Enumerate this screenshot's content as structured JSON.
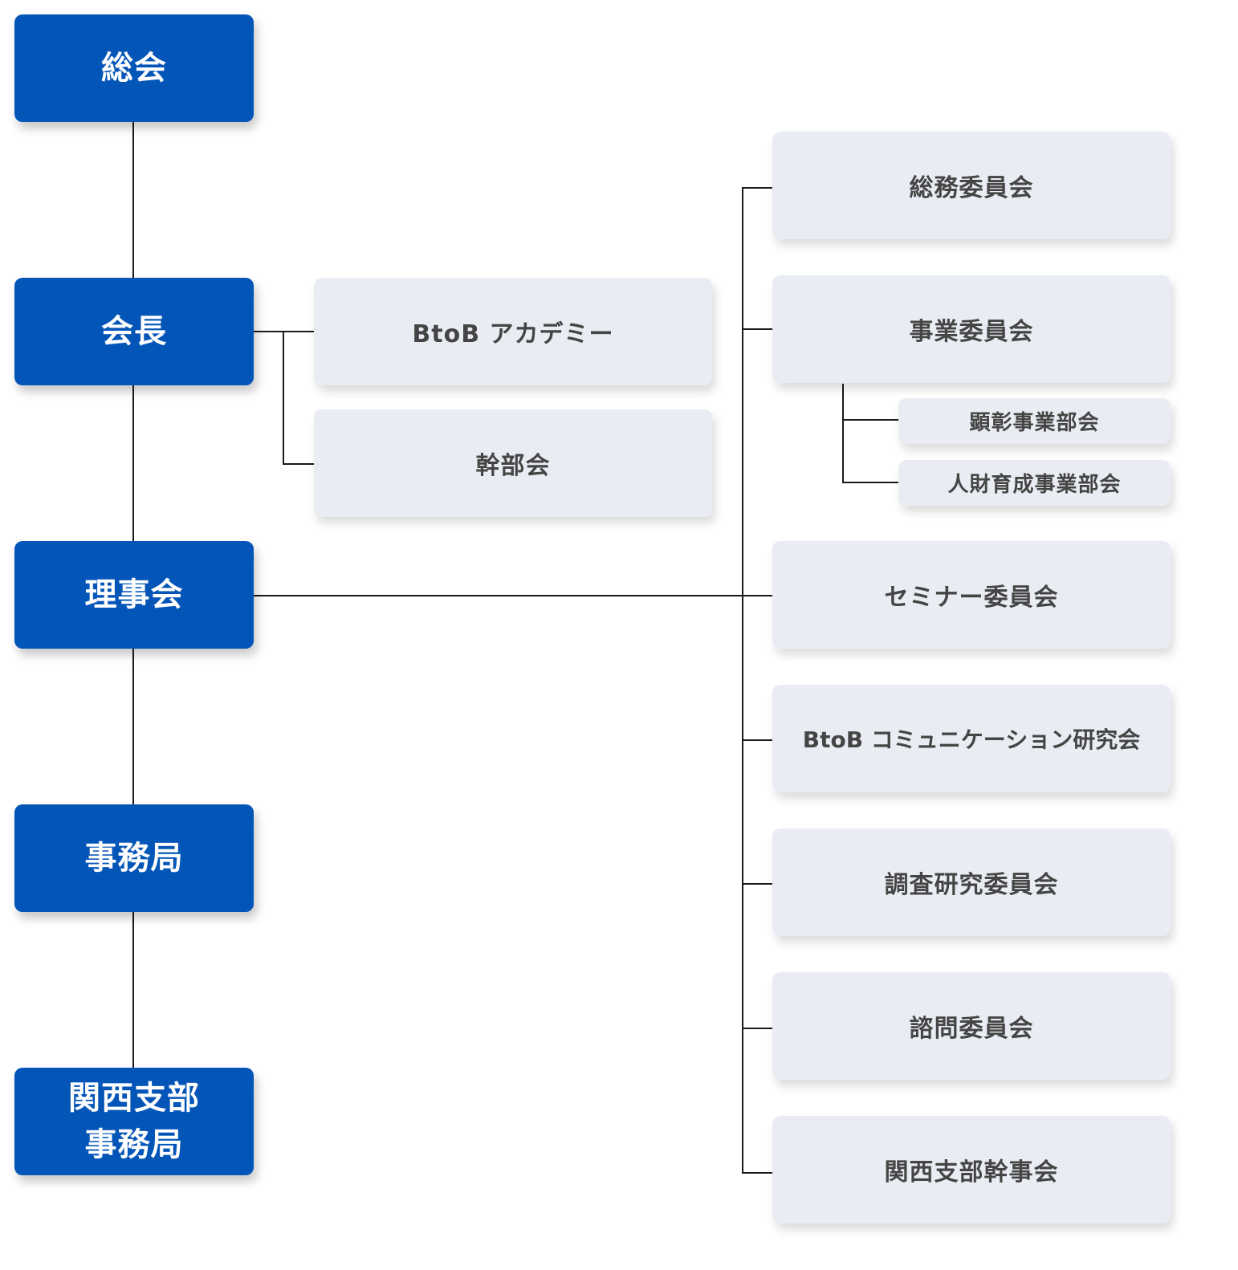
{
  "org": {
    "primary": [
      {
        "key": "soukai",
        "label": "総会"
      },
      {
        "key": "kaicho",
        "label": "会長"
      },
      {
        "key": "rijikai",
        "label": "理事会"
      },
      {
        "key": "jimukyoku",
        "label": "事務局"
      },
      {
        "key": "kansai",
        "label": "関西支部\n事務局"
      }
    ],
    "chairman_branch": [
      {
        "key": "academy",
        "label": "BtoB アカデミー"
      },
      {
        "key": "kanbukai",
        "label": "幹部会"
      }
    ],
    "committees": [
      {
        "key": "somu",
        "label": "総務委員会"
      },
      {
        "key": "jigyo",
        "label": "事業委員会"
      },
      {
        "key": "seminar",
        "label": "セミナー委員会"
      },
      {
        "key": "communication",
        "label": "BtoB コミュニケーション研究会"
      },
      {
        "key": "chosa",
        "label": "調査研究委員会"
      },
      {
        "key": "shimon",
        "label": "諮問委員会"
      },
      {
        "key": "kansai_kanji",
        "label": "関西支部幹事会"
      }
    ],
    "subcommittees": [
      {
        "key": "kensho",
        "label": "顕彰事業部会"
      },
      {
        "key": "jinzai",
        "label": "人財育成事業部会"
      }
    ]
  },
  "colors": {
    "primary_box": "#0455b8",
    "secondary_box": "#e9edf3",
    "connector": "#1a1a1a"
  }
}
